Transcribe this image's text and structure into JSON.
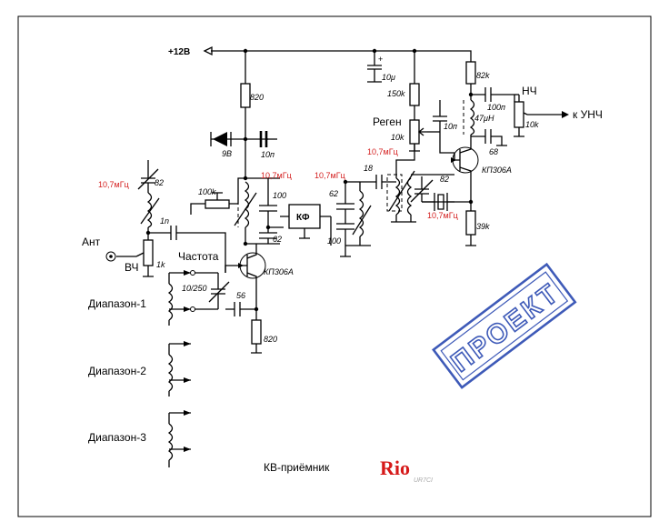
{
  "power": {
    "label": "+12В"
  },
  "parts": {
    "r_drain_mixer": "820",
    "diode": "9В",
    "c_decouple": "10п",
    "c_electrolytic": "10μ",
    "r_bias_regen": "150k",
    "c_regen": "10п",
    "r_regen": "10k",
    "r_load_drain": "82k",
    "c_out": "100п",
    "r_volume": "10k",
    "choke": "47μH",
    "c_68": "68",
    "c_input_trim": "82",
    "r_freq": "100k",
    "c_100_a": "100",
    "c_62_a": "62",
    "c_62_b": "62",
    "c_100_b": "100",
    "c_coupling_18": "18",
    "c_trim_82": "82",
    "c_1n": "1n",
    "r_vch": "1k",
    "c_tune": "10/250",
    "c_56": "56",
    "r_source": "820",
    "r_source_detector": "39k",
    "filter": "КФ"
  },
  "transistors": {
    "mixer": "КП306А",
    "detector": "КП306А"
  },
  "freq_labels": {
    "input_coil": "10,7мГц",
    "mixer_tank": "10,7мГц",
    "filter_out": "10,7мГц",
    "detector_coil": "10,7мГц",
    "crystal": "10,7мГц"
  },
  "labels": {
    "regen": "Реген",
    "nch": "НЧ",
    "to_unch": "к УНЧ",
    "ant": "Ант",
    "vch": "ВЧ",
    "freq": "Частота",
    "range1": "Диапазон-1",
    "range2": "Диапазон-2",
    "range3": "Диапазон-3",
    "title": "КВ-приёмник"
  },
  "stamp": {
    "text": "ПРОЕКТ",
    "color": "#3e5ab8"
  },
  "logo": {
    "text": "Rio",
    "sub": "UR7CI",
    "color": "#d61a1a"
  },
  "colors": {
    "frequency": "#d42020",
    "lines": "#000000"
  }
}
